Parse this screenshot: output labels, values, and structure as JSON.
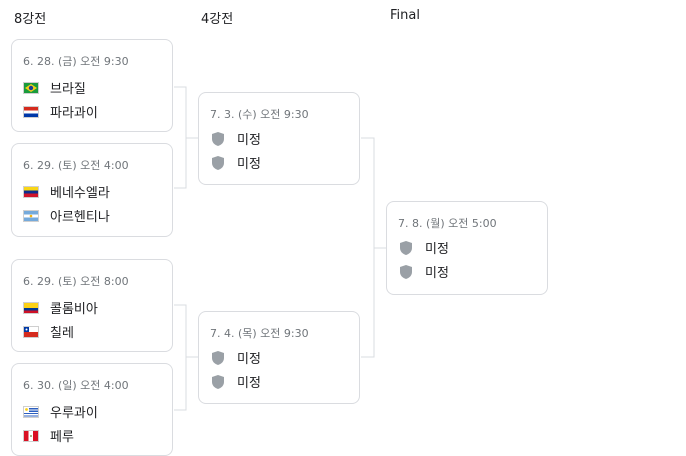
{
  "rounds": {
    "quarterfinal": "8강전",
    "semifinal": "4강전",
    "final": "Final"
  },
  "matches": {
    "qf1": {
      "time": "6. 28. (금) 오전 9:30",
      "team1": {
        "name": "브라질",
        "icon": "brazil-flag-icon"
      },
      "team2": {
        "name": "파라과이",
        "icon": "paraguay-flag-icon"
      }
    },
    "qf2": {
      "time": "6. 29. (토) 오전 4:00",
      "team1": {
        "name": "베네수엘라",
        "icon": "venezuela-flag-icon"
      },
      "team2": {
        "name": "아르헨티나",
        "icon": "argentina-flag-icon"
      }
    },
    "qf3": {
      "time": "6. 29. (토) 오전 8:00",
      "team1": {
        "name": "콜롬비아",
        "icon": "colombia-flag-icon"
      },
      "team2": {
        "name": "칠레",
        "icon": "chile-flag-icon"
      }
    },
    "qf4": {
      "time": "6. 30. (일) 오전 4:00",
      "team1": {
        "name": "우루과이",
        "icon": "uruguay-flag-icon"
      },
      "team2": {
        "name": "페루",
        "icon": "peru-flag-icon"
      }
    },
    "sf1": {
      "time": "7. 3. (수) 오전 9:30",
      "team1": {
        "name": "미정",
        "icon": "placeholder-shield-icon"
      },
      "team2": {
        "name": "미정",
        "icon": "placeholder-shield-icon"
      }
    },
    "sf2": {
      "time": "7. 4. (목) 오전 9:30",
      "team1": {
        "name": "미정",
        "icon": "placeholder-shield-icon"
      },
      "team2": {
        "name": "미정",
        "icon": "placeholder-shield-icon"
      }
    },
    "final": {
      "time": "7. 8. (월) 오전 5:00",
      "team1": {
        "name": "미정",
        "icon": "placeholder-shield-icon"
      },
      "team2": {
        "name": "미정",
        "icon": "placeholder-shield-icon"
      }
    }
  },
  "colors": {
    "border": "#dadce0",
    "time_text": "#70757a",
    "team_text": "#202124",
    "shield": "#9aa0a6"
  }
}
